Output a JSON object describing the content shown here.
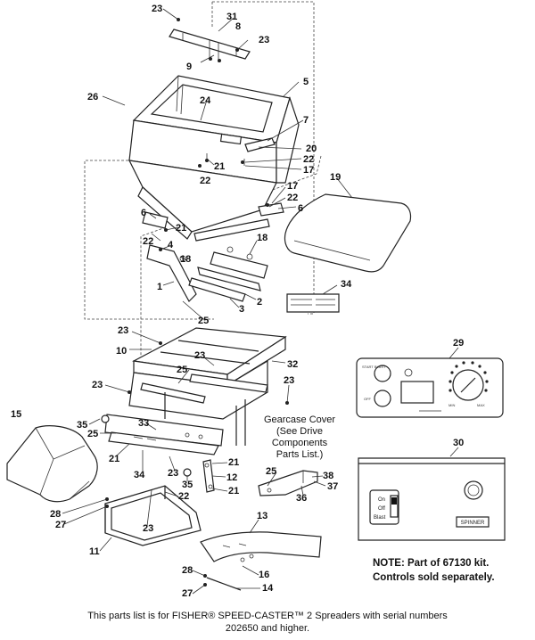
{
  "callouts": {
    "c1": "1",
    "c2": "2",
    "c3": "3",
    "c4": "4",
    "c5": "5",
    "c6a": "6",
    "c6b": "6",
    "c7": "7",
    "c8": "8",
    "c9": "9",
    "c10": "10",
    "c11": "11",
    "c12": "12",
    "c13": "13",
    "c14": "14",
    "c15": "15",
    "c16": "16",
    "c17a": "17",
    "c17b": "17",
    "c18a": "18",
    "c18b": "18",
    "c19": "19",
    "c20": "20",
    "c21a": "21",
    "c21b": "21",
    "c21c": "21",
    "c21d": "21",
    "c21e": "21",
    "c22a": "22",
    "c22b": "22",
    "c22c": "22",
    "c22d": "22",
    "c22e": "22",
    "c23a": "23",
    "c23b": "23",
    "c23c": "23",
    "c23d": "23",
    "c23e": "23",
    "c23f": "23",
    "c23g": "23",
    "c24": "24",
    "c25a": "25",
    "c25b": "25",
    "c25c": "25",
    "c25d": "25",
    "c26": "26",
    "c27a": "27",
    "c27b": "27",
    "c28a": "28",
    "c28b": "28",
    "c29": "29",
    "c30": "30",
    "c31": "31",
    "c32": "32",
    "c33": "33",
    "c34a": "34",
    "c34b": "34",
    "c35a": "35",
    "c35b": "35",
    "c36": "36",
    "c37": "37",
    "c38": "38"
  },
  "gearcase_note": {
    "line1": "Gearcase Cover",
    "line2": "(See Drive",
    "line3": "Components",
    "line4": "Parts List.)"
  },
  "control_panel": {
    "start_label": "START BLAST",
    "off_label": "OFF",
    "min_label": "MIN",
    "max_label": "MAX"
  },
  "switch_box": {
    "on": "On",
    "off": "Off",
    "blast": "Blast",
    "spinner": "SPINNER"
  },
  "note": {
    "line1": "NOTE:  Part of 67130 kit.",
    "line2": "Controls sold separately."
  },
  "footer": {
    "line1": "This parts list is for FISHER® SPEED-CASTER™ 2 Spreaders with serial numbers",
    "line2": "202650 and higher."
  }
}
